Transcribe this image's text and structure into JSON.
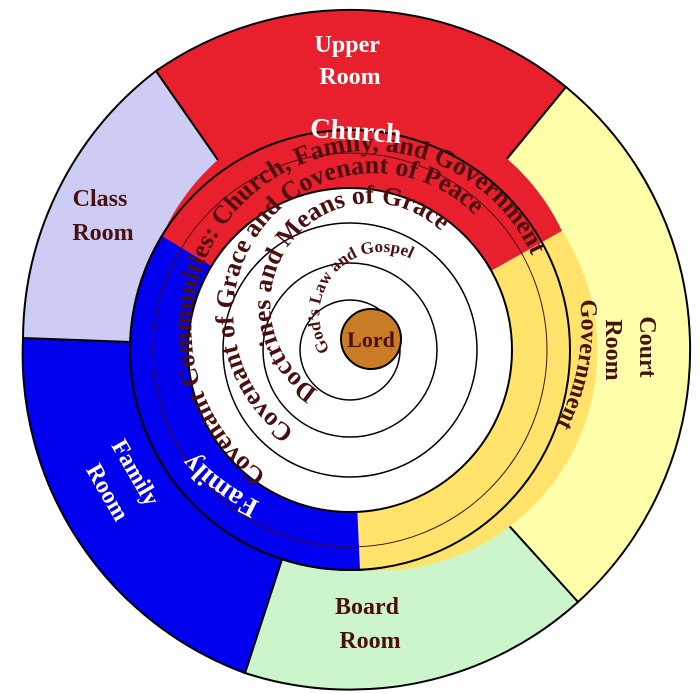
{
  "rooms": {
    "upper": {
      "line1": "Upper",
      "line2": "Room"
    },
    "class": {
      "line1": "Class",
      "line2": "Room"
    },
    "court": {
      "line1": "Court",
      "line2": "Room"
    },
    "family": {
      "line1": "Family",
      "line2": "Room"
    },
    "board": {
      "line1": "Board",
      "line2": "Room"
    }
  },
  "institutions": {
    "church": "Church",
    "family": "Family",
    "government": "Government"
  },
  "rings": {
    "covenant_communities": "Covenant Communities: Church, Family, and Government",
    "covenants": "Covenant of Grace and Covenant of Peace",
    "doctrines": "Doctrines and Means of Grace",
    "law_gospel": "God’s Law and Gospel"
  },
  "center": "Lord",
  "colors": {
    "red": "#e8202e",
    "blue": "#0000ee",
    "yellow": "#ffe36b",
    "court_yellow": "#ffffaa",
    "lavender": "#ccccf4",
    "mint": "#ccf5cc",
    "lord_brown": "#c97b26",
    "text_dark": "#4a1010",
    "text_white": "#ffffff"
  }
}
